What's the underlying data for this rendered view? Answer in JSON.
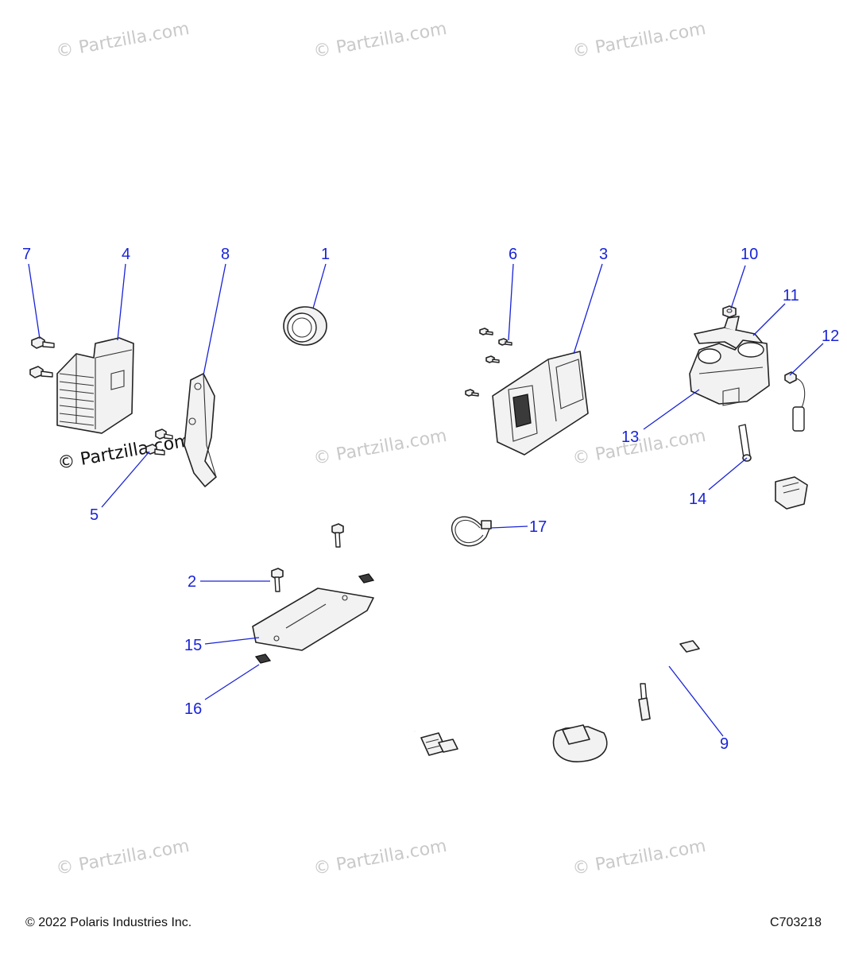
{
  "watermark": {
    "text": "© Partzilla.com",
    "prominent_text": "© Partzilla.com"
  },
  "callouts": [
    {
      "number": "1",
      "name": "callout-1"
    },
    {
      "number": "2",
      "name": "callout-2"
    },
    {
      "number": "3",
      "name": "callout-3"
    },
    {
      "number": "4",
      "name": "callout-4"
    },
    {
      "number": "5",
      "name": "callout-5"
    },
    {
      "number": "6",
      "name": "callout-6"
    },
    {
      "number": "7",
      "name": "callout-7"
    },
    {
      "number": "8",
      "name": "callout-8"
    },
    {
      "number": "9",
      "name": "callout-9"
    },
    {
      "number": "10",
      "name": "callout-10"
    },
    {
      "number": "11",
      "name": "callout-11"
    },
    {
      "number": "12",
      "name": "callout-12"
    },
    {
      "number": "13",
      "name": "callout-13"
    },
    {
      "number": "14",
      "name": "callout-14"
    },
    {
      "number": "15",
      "name": "callout-15"
    },
    {
      "number": "16",
      "name": "callout-16"
    },
    {
      "number": "17",
      "name": "callout-17"
    }
  ],
  "footer": {
    "copyright": "© 2022 Polaris Industries Inc.",
    "drawing_number": "C703218"
  },
  "colors": {
    "callout": "#1a24d6",
    "line": "#222222",
    "watermark": "#c9c9c9"
  }
}
